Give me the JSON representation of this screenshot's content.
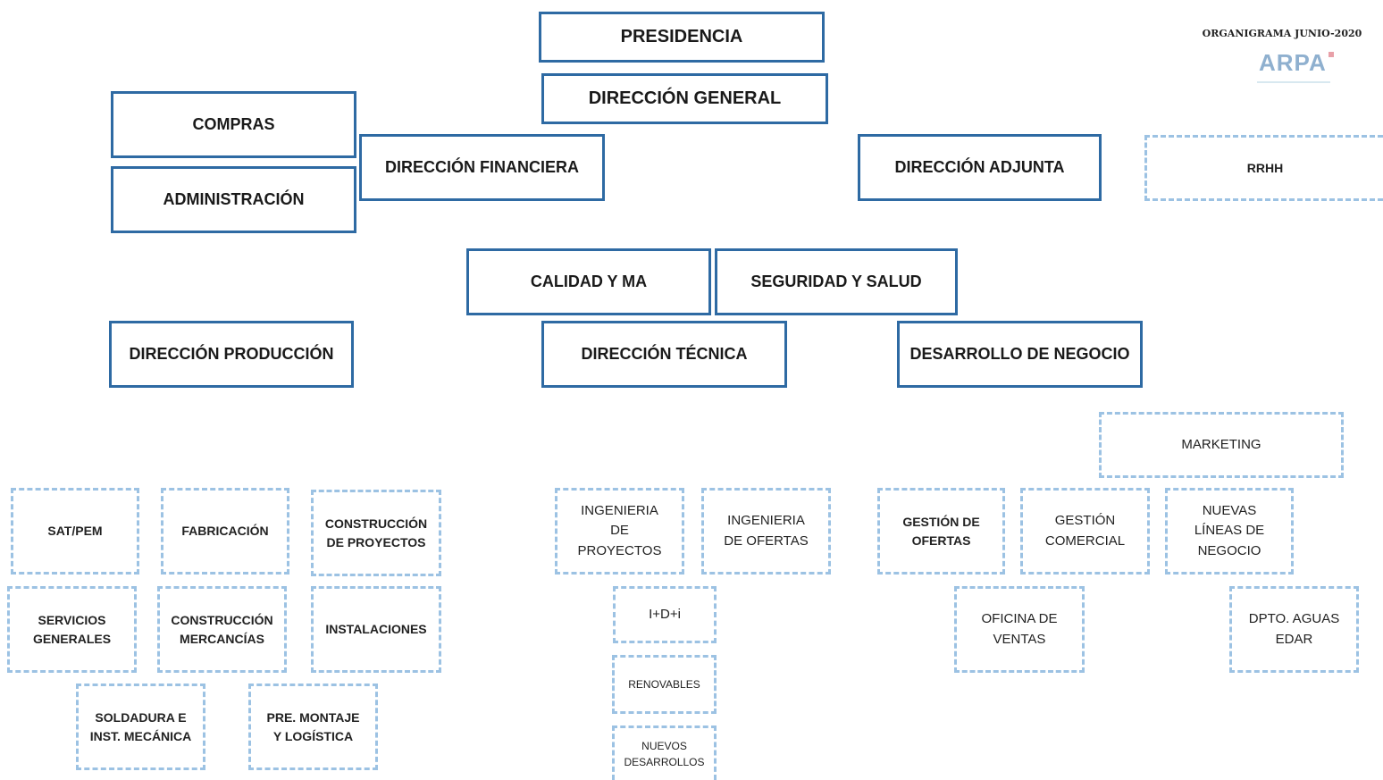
{
  "header": {
    "note": "ORGANIGRAMA JUNIO-2020",
    "logo": "ARPA"
  },
  "nodes": {
    "presidencia": "PRESIDENCIA",
    "direccion_general": "DIRECCIÓN GENERAL",
    "compras": "COMPRAS",
    "administracion": "ADMINISTRACIÓN",
    "direccion_financiera": "DIRECCIÓN FINANCIERA",
    "direccion_adjunta": "DIRECCIÓN ADJUNTA",
    "rrhh": "RRHH",
    "calidad_ma": "CALIDAD Y MA",
    "seguridad_salud": "SEGURIDAD Y SALUD",
    "direccion_produccion": "DIRECCIÓN PRODUCCIÓN",
    "direccion_tecnica": "DIRECCIÓN TÉCNICA",
    "desarrollo_negocio": "DESARROLLO DE NEGOCIO",
    "marketing": "MARKETING",
    "sat_pem": "SAT/PEM",
    "fabricacion": "FABRICACIÓN",
    "construccion_proyectos": "CONSTRUCCIÓN\nDE PROYECTOS",
    "servicios_generales": "SERVICIOS\nGENERALES",
    "construccion_mercancias": "CONSTRUCCIÓN\nMERCANCÍAS",
    "instalaciones": "INSTALACIONES",
    "soldadura": "SOLDADURA E\nINST. MECÁNICA",
    "pre_montaje": "PRE. MONTAJE\nY LOGÍSTICA",
    "ingenieria_proyectos": "INGENIERIA\nDE\nPROYECTOS",
    "ingenieria_ofertas": "INGENIERIA\nDE OFERTAS",
    "idi": "I+D+i",
    "renovables": "RENOVABLES",
    "nuevos_desarrollos": "NUEVOS\nDESARROLLOS",
    "gestion_ofertas": "GESTIÓN DE\nOFERTAS",
    "gestion_comercial": "GESTIÓN\nCOMERCIAL",
    "nuevas_lineas": "NUEVAS\nLÍNEAS DE\nNEGOCIO",
    "oficina_ventas": "OFICINA DE\nVENTAS",
    "dpto_aguas": "DPTO. AGUAS\nEDAR"
  }
}
